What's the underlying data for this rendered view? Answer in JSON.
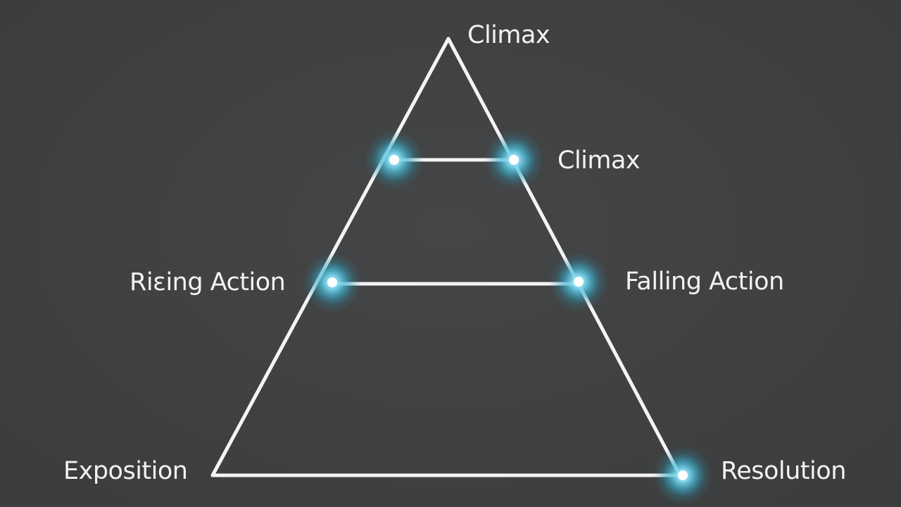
{
  "diagram": {
    "labels": {
      "top": "Climax",
      "upper": "Climax",
      "rising": "Riεing Action",
      "falling": "Falling Action",
      "exposition": "Exposition",
      "resolution": "Resolution"
    },
    "colors": {
      "background": "#404142",
      "lines": "#f4f4f4",
      "text": "#f2f2f2",
      "node_glow": "#3fb4d2"
    }
  }
}
